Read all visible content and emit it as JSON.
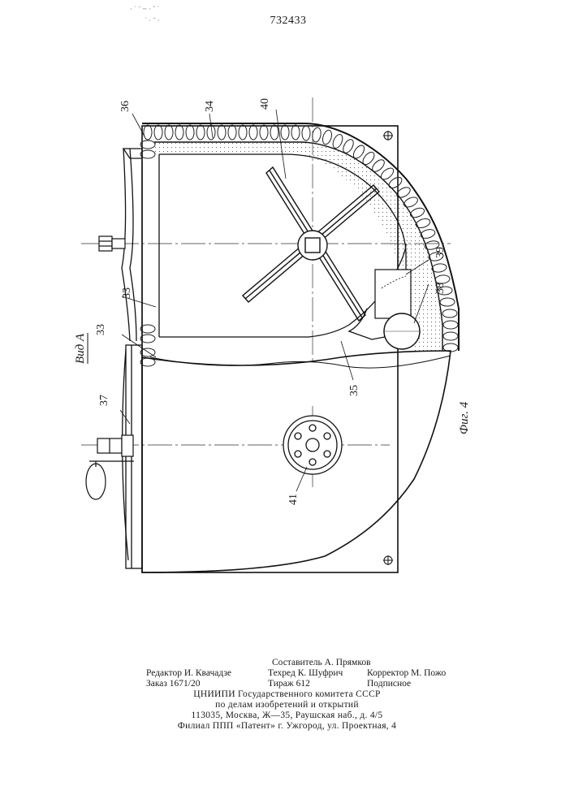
{
  "page_number": "732433",
  "figure": {
    "caption": "Фиг. 4",
    "view_label": "Вид А",
    "callouts": {
      "c36": "36",
      "c34": "34",
      "c40": "40",
      "c39": "39",
      "c38": "38",
      "c33a": "33",
      "c33b": "33",
      "c35": "35",
      "c37": "37",
      "c41": "41"
    }
  },
  "footer": {
    "compiler": "Составитель А. Прямков",
    "editor": "Редактор И. Квачадзе",
    "techred": "Техред К. Шуфрич",
    "corrector": "Корректор М. Пожо",
    "order": "Заказ 1671/20",
    "print_run": "Тираж 612",
    "subscription": "Подписное",
    "institute": "ЦНИИПИ Государственного комитета СССР",
    "dept": "по делам изобретений и открытий",
    "address": "113035, Москва, Ж—35, Раушская наб., д. 4/5",
    "branch": "Филиал ППП «Патент» г. Ужгород, ул. Проектная, 4"
  }
}
